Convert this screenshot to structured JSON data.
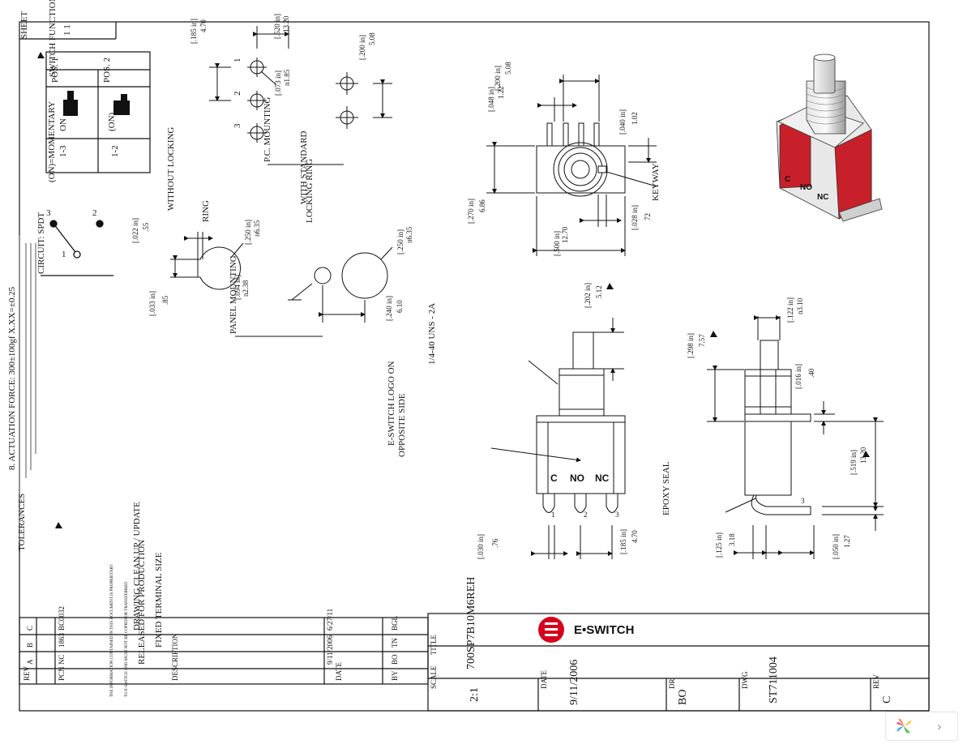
{
  "sheet": {
    "label": "SHEET",
    "value": "1 1"
  },
  "switch_function": {
    "title": "SWITCH FUNCTION",
    "positions": [
      "POS. 1",
      "POS. 2"
    ],
    "states": [
      "ON",
      "(ON)"
    ],
    "connections": [
      "1-3",
      "1-2"
    ],
    "legend": "(ON)=MOMENTARY"
  },
  "circuit": {
    "label": "CIRCUIT: SPDT",
    "terminals": [
      "3",
      "2",
      "1"
    ]
  },
  "notes": [
    "8. ACTUATION FORCE: 300±100gf",
    "X.XX=±0.25",
    "TOLERANCES"
  ],
  "views": {
    "without_locking": "WITHOUT LOCKING",
    "ring": "RING",
    "panel_mounting": "PANEL MOUNTING",
    "pc_mounting": "P.C. MOUNTING",
    "with_standard_locking_ring": "WITH STANDARD",
    "locking_ring": "LOCKING RING",
    "keyway": "KEYWAY",
    "eswitch_logo": "E-SWITCH LOGO ON",
    "opposite_side": "OPPOSITE SIDE",
    "thread": "1/4-40 UNS - 2A",
    "epoxy_seal": "EPOXY SEAL",
    "body_marking": [
      "C",
      "NO",
      "NC"
    ],
    "pin_numbers": [
      "1",
      "2",
      "3"
    ]
  },
  "dimensions": {
    "d185": "[.185 in]",
    "d470": "4.70",
    "d520": "[.520 in]",
    "d1320": "13.20",
    "d073": "[.073 in]",
    "dn185": "n1.85",
    "d200": "[.200 in]",
    "d508": "5.08",
    "d048": "[.048 in]",
    "d122": "1.22",
    "d040": "[.040 in]",
    "d102": "1.02",
    "d270": "[.270 in]",
    "d686": "6.86",
    "d500": "[.500 in]",
    "d1270": "12.70",
    "d028": "[.028 in]",
    "d72": "72",
    "d022": "[.022 in]",
    "d55": ".55",
    "d250": "[.250 in]",
    "dn635": "n6.35",
    "d033": "[.033 in]",
    "d85": ".85",
    "d094": "[.094 in]",
    "dn238": "n2.38",
    "d240": "[.240 in]",
    "d610": "6.10",
    "d202": "[.202 in]",
    "d512": "5.12",
    "d298": "[.298 in]",
    "d757": "7.57",
    "d122b": "[.122 in]",
    "dn310": "n3.10",
    "d016": "[.016 in]",
    "d40": ".40",
    "d519": "[.519 in]",
    "d1320b": "13.20",
    "d030": "[.030 in]",
    "d76": ".76",
    "d125": "[.125 in]",
    "d318": "3.18",
    "d050": "[.050 in]",
    "d127": "1.27",
    "d185b": "[.185 in]",
    "d470b": "4.70"
  },
  "revision_table": {
    "headers": {
      "rev": "REV",
      "pcn": "PCN",
      "description": "DESCRIPTION",
      "date": "DATE",
      "by": "BY"
    },
    "rows": [
      {
        "rev": "A",
        "pcn": "NC",
        "description": "RELEASED FOR PRODUCTION",
        "date": "9/11/2006",
        "by": "BO"
      },
      {
        "rev": "B",
        "pcn": "1863",
        "description": "FIXED TERMINAL SIZE",
        "date": "",
        "by": "TN"
      },
      {
        "rev": "C",
        "pcn": "BC0032",
        "description": "DRAWING CLEAN UP / UPDATE",
        "date": "6/27/11",
        "by": "BGL"
      }
    ],
    "proprietary": "THE INFORMATION CONTAINED IN THIS DOCUMENT IS PROPRIETARY",
    "proprietary2": "TO E-SWITCH AND MUST NOT BE COPIED OR TRANSFERRED"
  },
  "title_block": {
    "title_label": "TITLE",
    "title": "700SP7B10M6REH",
    "brand": "E•SWITCH",
    "scale_label": "SCALE",
    "scale": "2:1",
    "date_label": "DATE",
    "date": "9/11/2006",
    "dr_label": "DR",
    "dr": "BO",
    "dwg_label": "DWG",
    "dwg": "ST711004",
    "rev_label": "REV",
    "rev": "C"
  },
  "colors": {
    "accent": "#d6001c",
    "housing": "#c8202a",
    "line": "#111111"
  },
  "viewer": {
    "next_icon": "›"
  }
}
